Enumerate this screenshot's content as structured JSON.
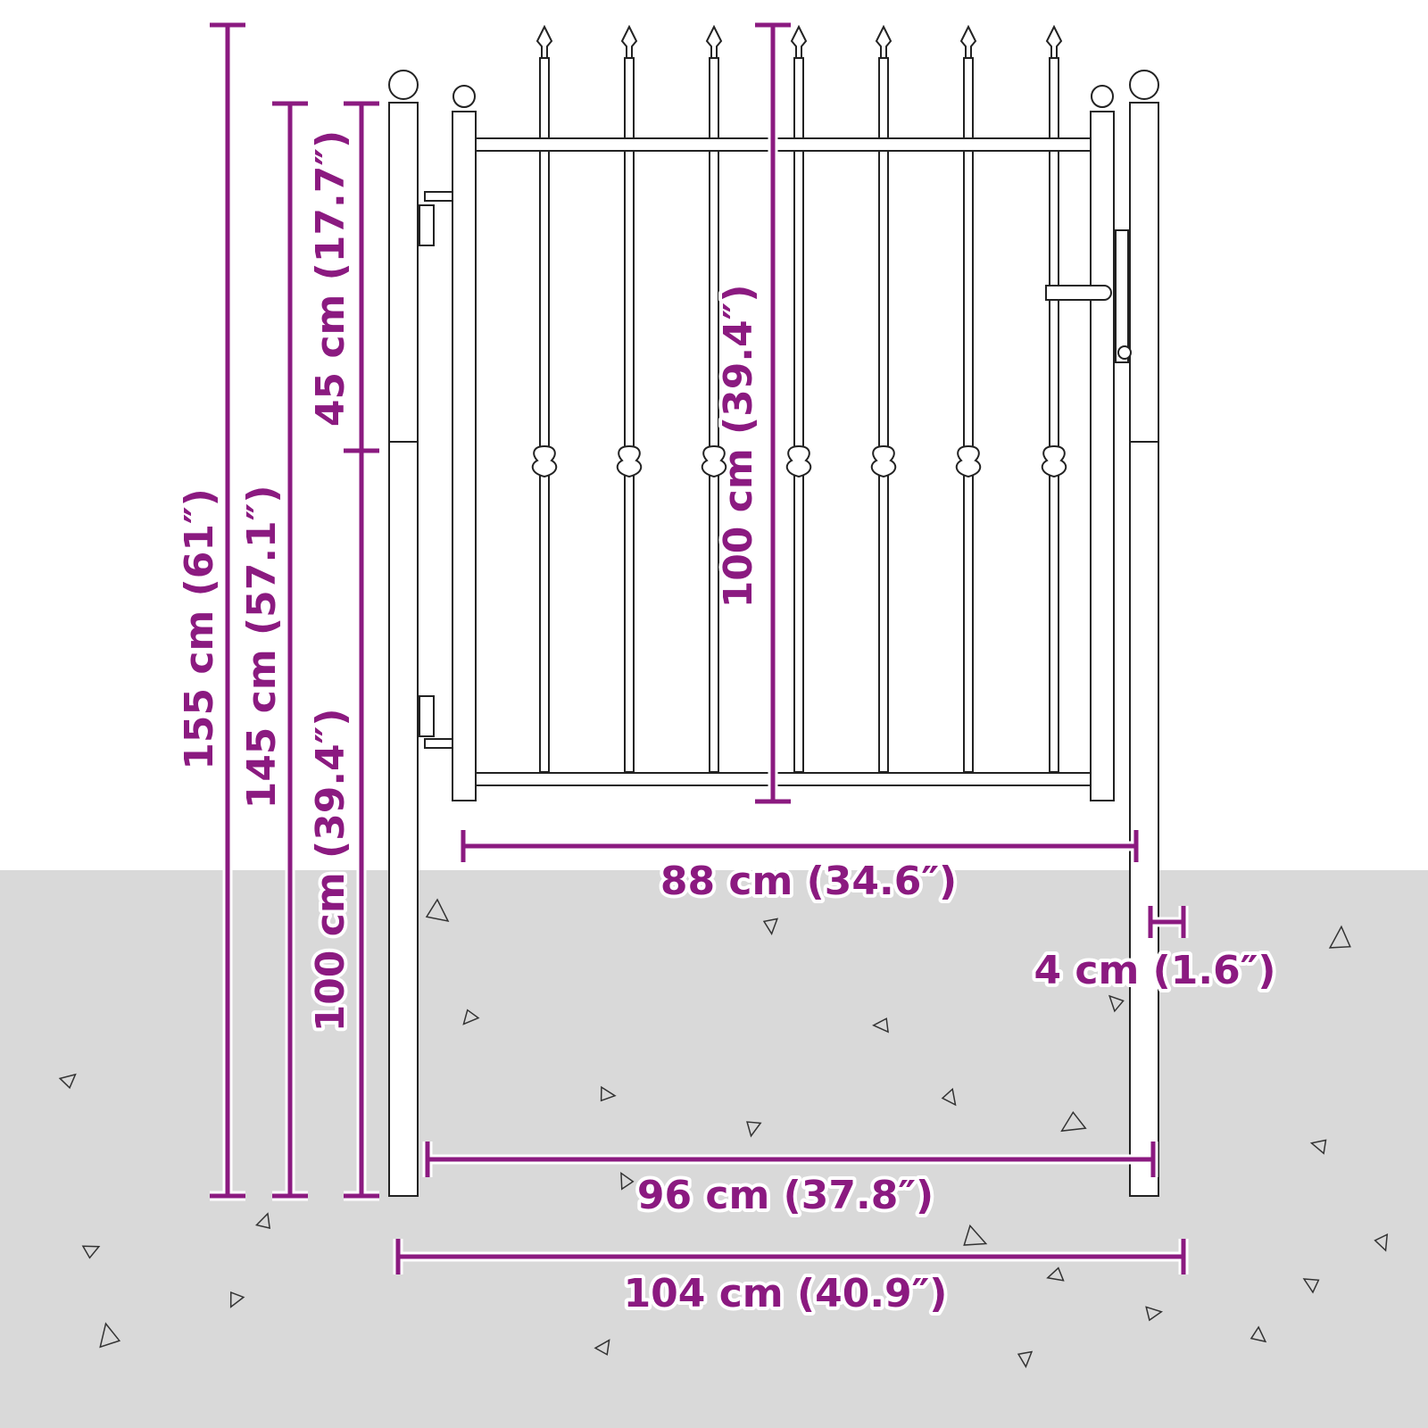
{
  "title": "Garden gate dimension drawing",
  "colors": {
    "dimension": "#8b1a80",
    "ground": "#d9d9d9",
    "metal_outline": "#222222"
  },
  "dimensions": {
    "total_height": "155 cm (61″)",
    "post_height": "145 cm (57.1″)",
    "upper_height": "45 cm (17.7″)",
    "lower_height": "100 cm (39.4″)",
    "gate_height": "100 cm (39.4″)",
    "gate_width": "88 cm (34.6″)",
    "post_width": "4 cm (1.6″)",
    "inner_width": "96 cm (37.8″)",
    "total_width": "104 cm (40.9″)"
  }
}
